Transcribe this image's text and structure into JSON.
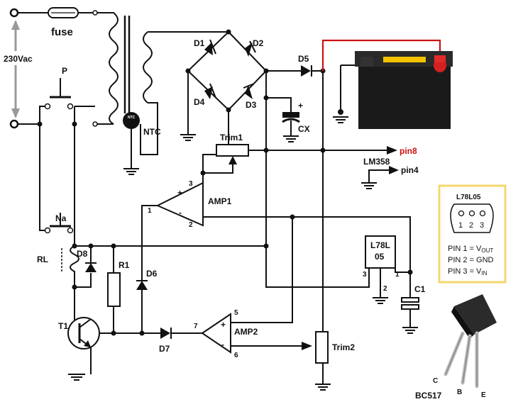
{
  "labels": {
    "fuse": "fuse",
    "mains": "230Vac",
    "p": "P",
    "ntc": "NTC",
    "ntc_body": "NTC",
    "d1": "D1",
    "d2": "D2",
    "d3": "D3",
    "d4": "D4",
    "d5": "D5",
    "d6": "D6",
    "d7": "D7",
    "d8": "D8",
    "cx": "CX",
    "trim1": "Trim1",
    "trim2": "Trim2",
    "pin8": "pin8",
    "lm358": "LM358",
    "pin4": "pin4",
    "amp1": "AMP1",
    "amp2": "AMP2",
    "amp1_pin3": "3",
    "amp1_pin1": "1",
    "amp1_pin2": "2",
    "amp2_pin5": "5",
    "amp2_pin7": "7",
    "amp2_pin6": "6",
    "na": "Na",
    "rl": "RL",
    "r1": "R1",
    "t1": "T1",
    "reg_line1": "L78L",
    "reg_line2": "05",
    "reg_pin3": "3",
    "reg_pin2": "2",
    "reg_pin1": "1",
    "c1": "C1",
    "plus_cx": "+",
    "plus_in": "+",
    "minus_in": "-",
    "plus_in2": "+",
    "minus_in2": "-",
    "bc517": "BC517",
    "pin_c": "C",
    "pin_b": "B",
    "pin_e": "E"
  },
  "pinout_box": {
    "title": "L78L05",
    "nums": [
      "1",
      "2",
      "3"
    ],
    "lines": [
      {
        "pre": "PIN 1 = V",
        "sub": "OUT"
      },
      {
        "pre": "PIN 2 = GND",
        "sub": ""
      },
      {
        "pre": "PIN 3 = V",
        "sub": "IN"
      }
    ],
    "border_color": "#f5d76e"
  },
  "colors": {
    "wire": "#111111",
    "positive_wire": "#cc1111",
    "pin8": "#cc1111",
    "battery_body": "#1a1a1a",
    "battery_label": "#f2c200",
    "battery_terminal": "#d42020"
  }
}
